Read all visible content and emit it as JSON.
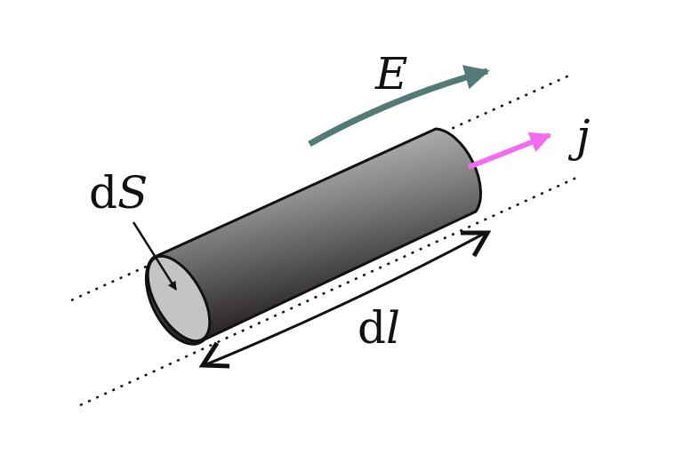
{
  "labels": {
    "field": "E",
    "current_density": "j",
    "area_prefix": "d",
    "area_symbol": "S",
    "length_prefix": "d",
    "length_symbol": "l"
  },
  "colors": {
    "field_arrow": "#547a78",
    "current_arrow": "#f06cf0",
    "outline": "#111111"
  }
}
